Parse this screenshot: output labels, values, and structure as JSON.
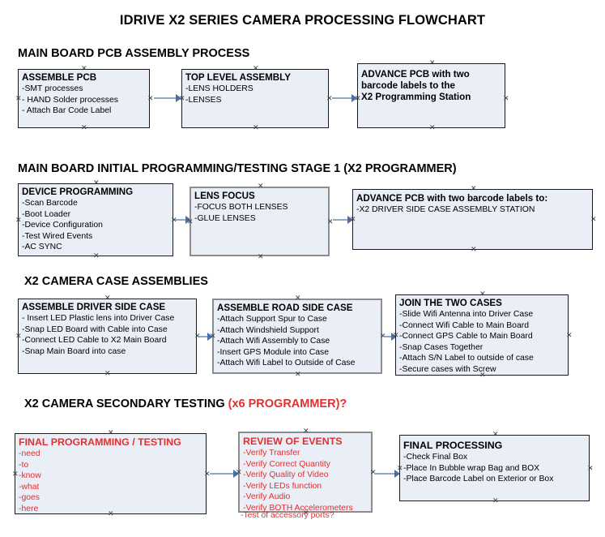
{
  "page": {
    "title": "IDRIVE X2  SERIES CAMERA PROCESSING FLOWCHART",
    "colors": {
      "box_fill": "#e9eef7",
      "box_border_dark": "#1a1a1a",
      "box_border_gray": "#8d8d8d",
      "connector_line": "#8ea9c4",
      "connector_head": "#4a6fa5",
      "accent_red": "#e03030",
      "text": "#000000"
    }
  },
  "sections": [
    {
      "header": "MAIN BOARD PCB ASSEMBLY PROCESS",
      "header_accent": "",
      "boxes": [
        {
          "title": "ASSEMBLE PCB",
          "lines": [
            "-SMT processes",
            "- HAND Solder processes",
            "- Attach Bar Code Label"
          ]
        },
        {
          "title": "TOP LEVEL ASSEMBLY",
          "lines": [
            "-LENS HOLDERS",
            "-LENSES"
          ]
        },
        {
          "title": "ADVANCE PCB with two",
          "lines": [
            "barcode labels to the",
            " X2 Programming Station"
          ]
        }
      ]
    },
    {
      "header": "MAIN BOARD INITIAL PROGRAMMING/TESTING STAGE 1 (X2 PROGRAMMER)",
      "header_accent": "",
      "boxes": [
        {
          "title": "DEVICE PROGRAMMING",
          "lines": [
            "-Scan Barcode",
            "-Boot Loader",
            "-Device Configuration",
            "-Test Wired Events",
            "-AC SYNC"
          ]
        },
        {
          "title": "LENS FOCUS",
          "lines": [
            "-FOCUS BOTH LENSES",
            "-GLUE LENSES"
          ]
        },
        {
          "title": "ADVANCE PCB with two barcode labels to:",
          "lines": [
            "-X2 DRIVER  SIDE  CASE  ASSEMBLY STATION"
          ]
        }
      ]
    },
    {
      "header": "X2 CAMERA CASE ASSEMBLIES",
      "header_accent": "",
      "boxes": [
        {
          "title": "ASSEMBLE DRIVER SIDE CASE",
          "lines": [
            "- Insert LED Plastic lens into Driver Case",
            "-Snap LED Board with Cable into Case",
            "-Connect LED Cable to X2 Main Board",
            "-Snap Main Board into case"
          ]
        },
        {
          "title": "ASSEMBLE ROAD SIDE CASE",
          "lines": [
            "-Attach Support Spur to Case",
            "-Attach Windshield Support",
            "-Attach Wifi Assembly to Case",
            "-Insert GPS Module into Case",
            "-Attach Wifi Label to Outside of Case"
          ]
        },
        {
          "title": "JOIN THE TWO CASES",
          "lines": [
            "-Slide Wifi Antenna into Driver Case",
            "-Connect Wifi Cable to Main Board",
            "-Connect GPS Cable to Main Board",
            "-Snap Cases Together",
            "-Attach S/N Label to outside of case",
            "-Secure cases with Screw"
          ]
        }
      ]
    },
    {
      "header": "X2 CAMERA SECONDARY TESTING ",
      "header_accent": "(x6 PROGRAMMER)?",
      "boxes": [
        {
          "title": "FINAL PROGRAMMING / TESTING",
          "lines": [
            "-need",
            "-to",
            "-know",
            "-what",
            "-goes",
            "-here"
          ]
        },
        {
          "title": "REVIEW OF EVENTS",
          "lines": [
            "-Verify Transfer",
            "-Verify Correct Quantity",
            "-Verify Quality of Video",
            "-Verify LEDs function",
            "-Verify Audio",
            "-Verify BOTH Accelerometers"
          ],
          "overflow_line": "-Test of accessory ports?"
        },
        {
          "title": "FINAL PROCESSING",
          "lines": [
            " -Check Final Box",
            "-Place In Bubble wrap Bag and BOX",
            "-Place Barcode Label on Exterior or Box"
          ]
        }
      ]
    }
  ],
  "handle_glyph": "✕"
}
